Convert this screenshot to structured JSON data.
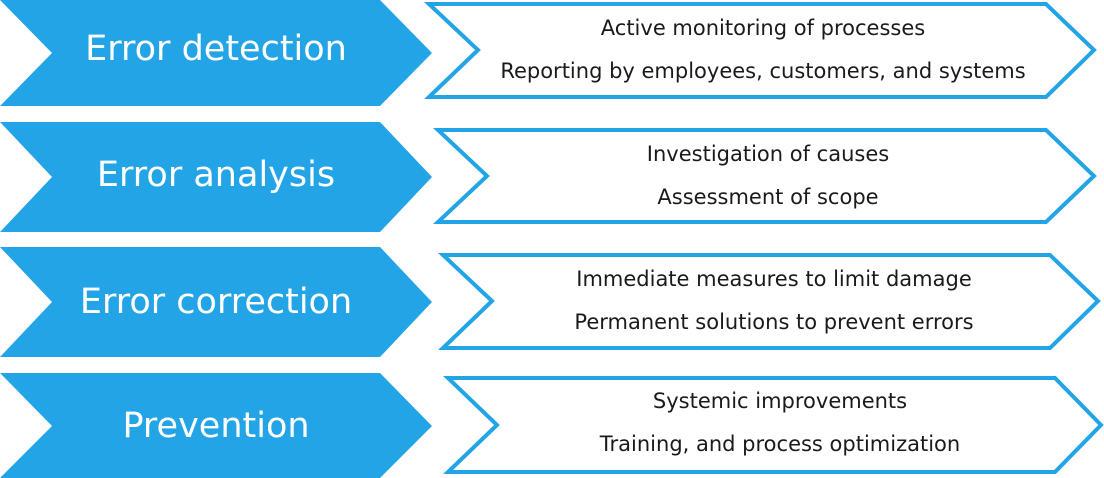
{
  "colors": {
    "stage_fill": "#22a4e6",
    "detail_outline": "#22a4e6",
    "detail_fill": "#ffffff",
    "stage_text": "#ffffff",
    "detail_text": "#1a1a1a"
  },
  "stages": [
    {
      "label": "Error detection",
      "details": [
        "Active monitoring of processes",
        "Reporting by employees, customers, and systems"
      ]
    },
    {
      "label": "Error analysis",
      "details": [
        "Investigation of causes",
        "Assessment of scope"
      ]
    },
    {
      "label": "Error correction",
      "details": [
        "Immediate measures to limit damage",
        "Permanent solutions to prevent errors"
      ]
    },
    {
      "label": "Prevention",
      "details": [
        "Systemic improvements",
        "Training, and process optimization"
      ]
    }
  ]
}
